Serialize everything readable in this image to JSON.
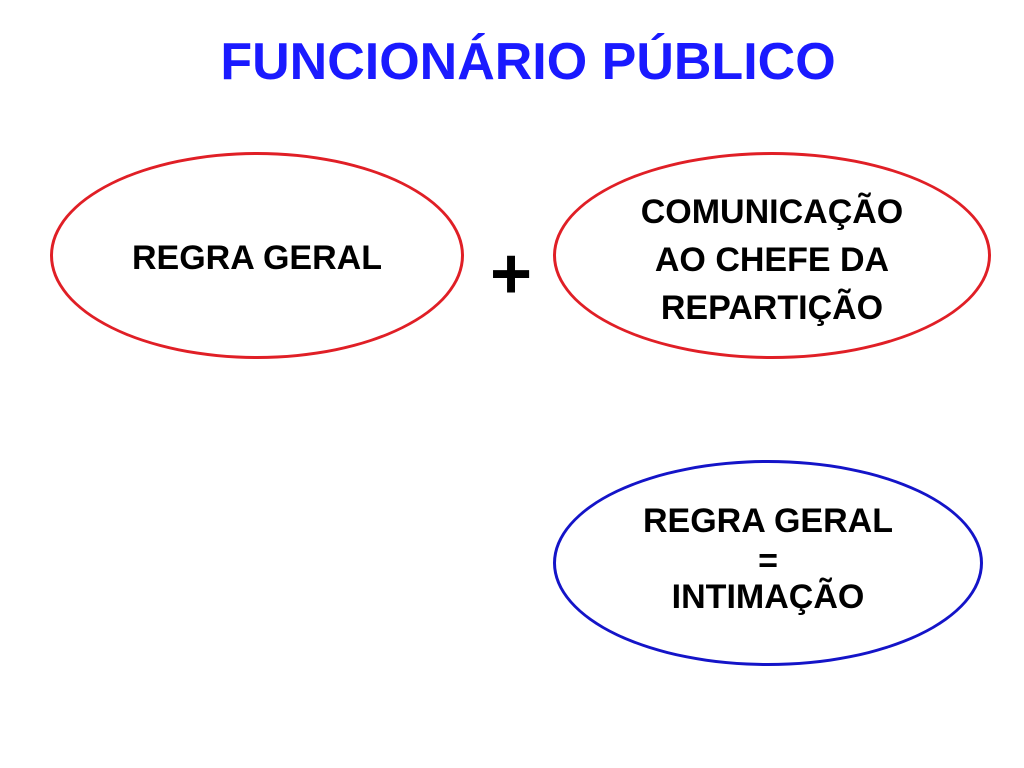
{
  "slide": {
    "title": "FUNCIONÁRIO PÚBLICO",
    "rule_left": {
      "label": "REGRA GERAL",
      "border_color": "#e01f26"
    },
    "operator": "+",
    "rule_right": {
      "line1": "COMUNICAÇÃO",
      "line2": "AO CHEFE DA",
      "line3": "REPARTIÇÃO",
      "border_color": "#e01f26"
    },
    "result": {
      "line1": "REGRA GERAL",
      "line2": "=",
      "line3": "INTIMAÇÃO",
      "border_color": "#1414c8"
    },
    "title_color": "#1a1aff"
  }
}
